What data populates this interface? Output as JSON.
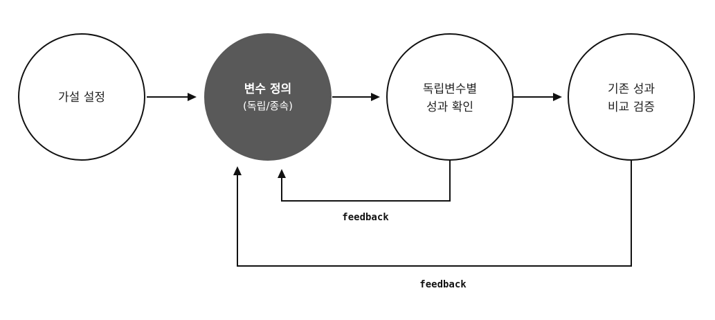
{
  "nodes": [
    {
      "id": "hypothesis",
      "lines": [
        "가설 설정"
      ],
      "highlighted": false
    },
    {
      "id": "variable-definition",
      "lines": [
        "변수 정의",
        "(독립/종속)"
      ],
      "highlighted": true
    },
    {
      "id": "performance-check",
      "lines": [
        "독립변수별",
        "성과 확인"
      ],
      "highlighted": false
    },
    {
      "id": "comparison",
      "lines": [
        "기존 성과",
        "비교 검증"
      ],
      "highlighted": false
    }
  ],
  "feedback_labels": {
    "inner": "feedback",
    "outer": "feedback"
  },
  "colors": {
    "highlight_fill": "#595959",
    "stroke": "#111111",
    "background": "#ffffff"
  }
}
